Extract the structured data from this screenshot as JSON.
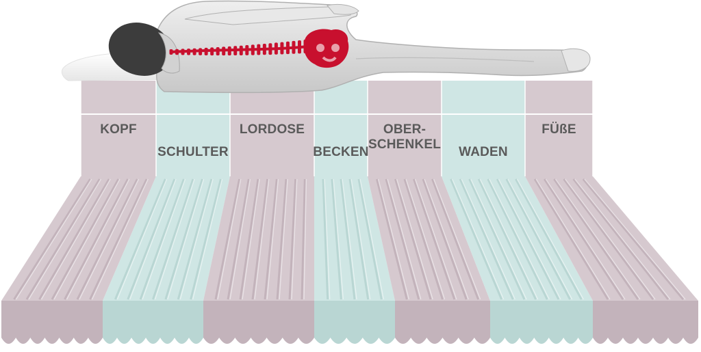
{
  "colors": {
    "pink": "#d6c9cf",
    "pink_dark": "#c3b3bb",
    "mint": "#cfe6e4",
    "mint_dark": "#b9d6d3",
    "spine": "#c8102e",
    "hair": "#3c3c3c",
    "skin": "#dcdcdc",
    "label": "#5a5a5a"
  },
  "zones": [
    {
      "id": "kopf",
      "label": "KOPF",
      "color": "pink",
      "label_row": "top"
    },
    {
      "id": "schulter",
      "label": "SCHULTER",
      "color": "mint",
      "label_row": "low"
    },
    {
      "id": "lordose",
      "label": "LORDOSE",
      "color": "pink",
      "label_row": "top"
    },
    {
      "id": "becken",
      "label": "BECKEN",
      "color": "mint",
      "label_row": "low"
    },
    {
      "id": "oberschenkel",
      "label": "OBER-\nSCHENKEL",
      "color": "pink",
      "label_row": "top"
    },
    {
      "id": "waden",
      "label": "WADEN",
      "color": "mint",
      "label_row": "low"
    },
    {
      "id": "fusse",
      "label": "FÜßE",
      "color": "pink",
      "label_row": "top"
    }
  ]
}
